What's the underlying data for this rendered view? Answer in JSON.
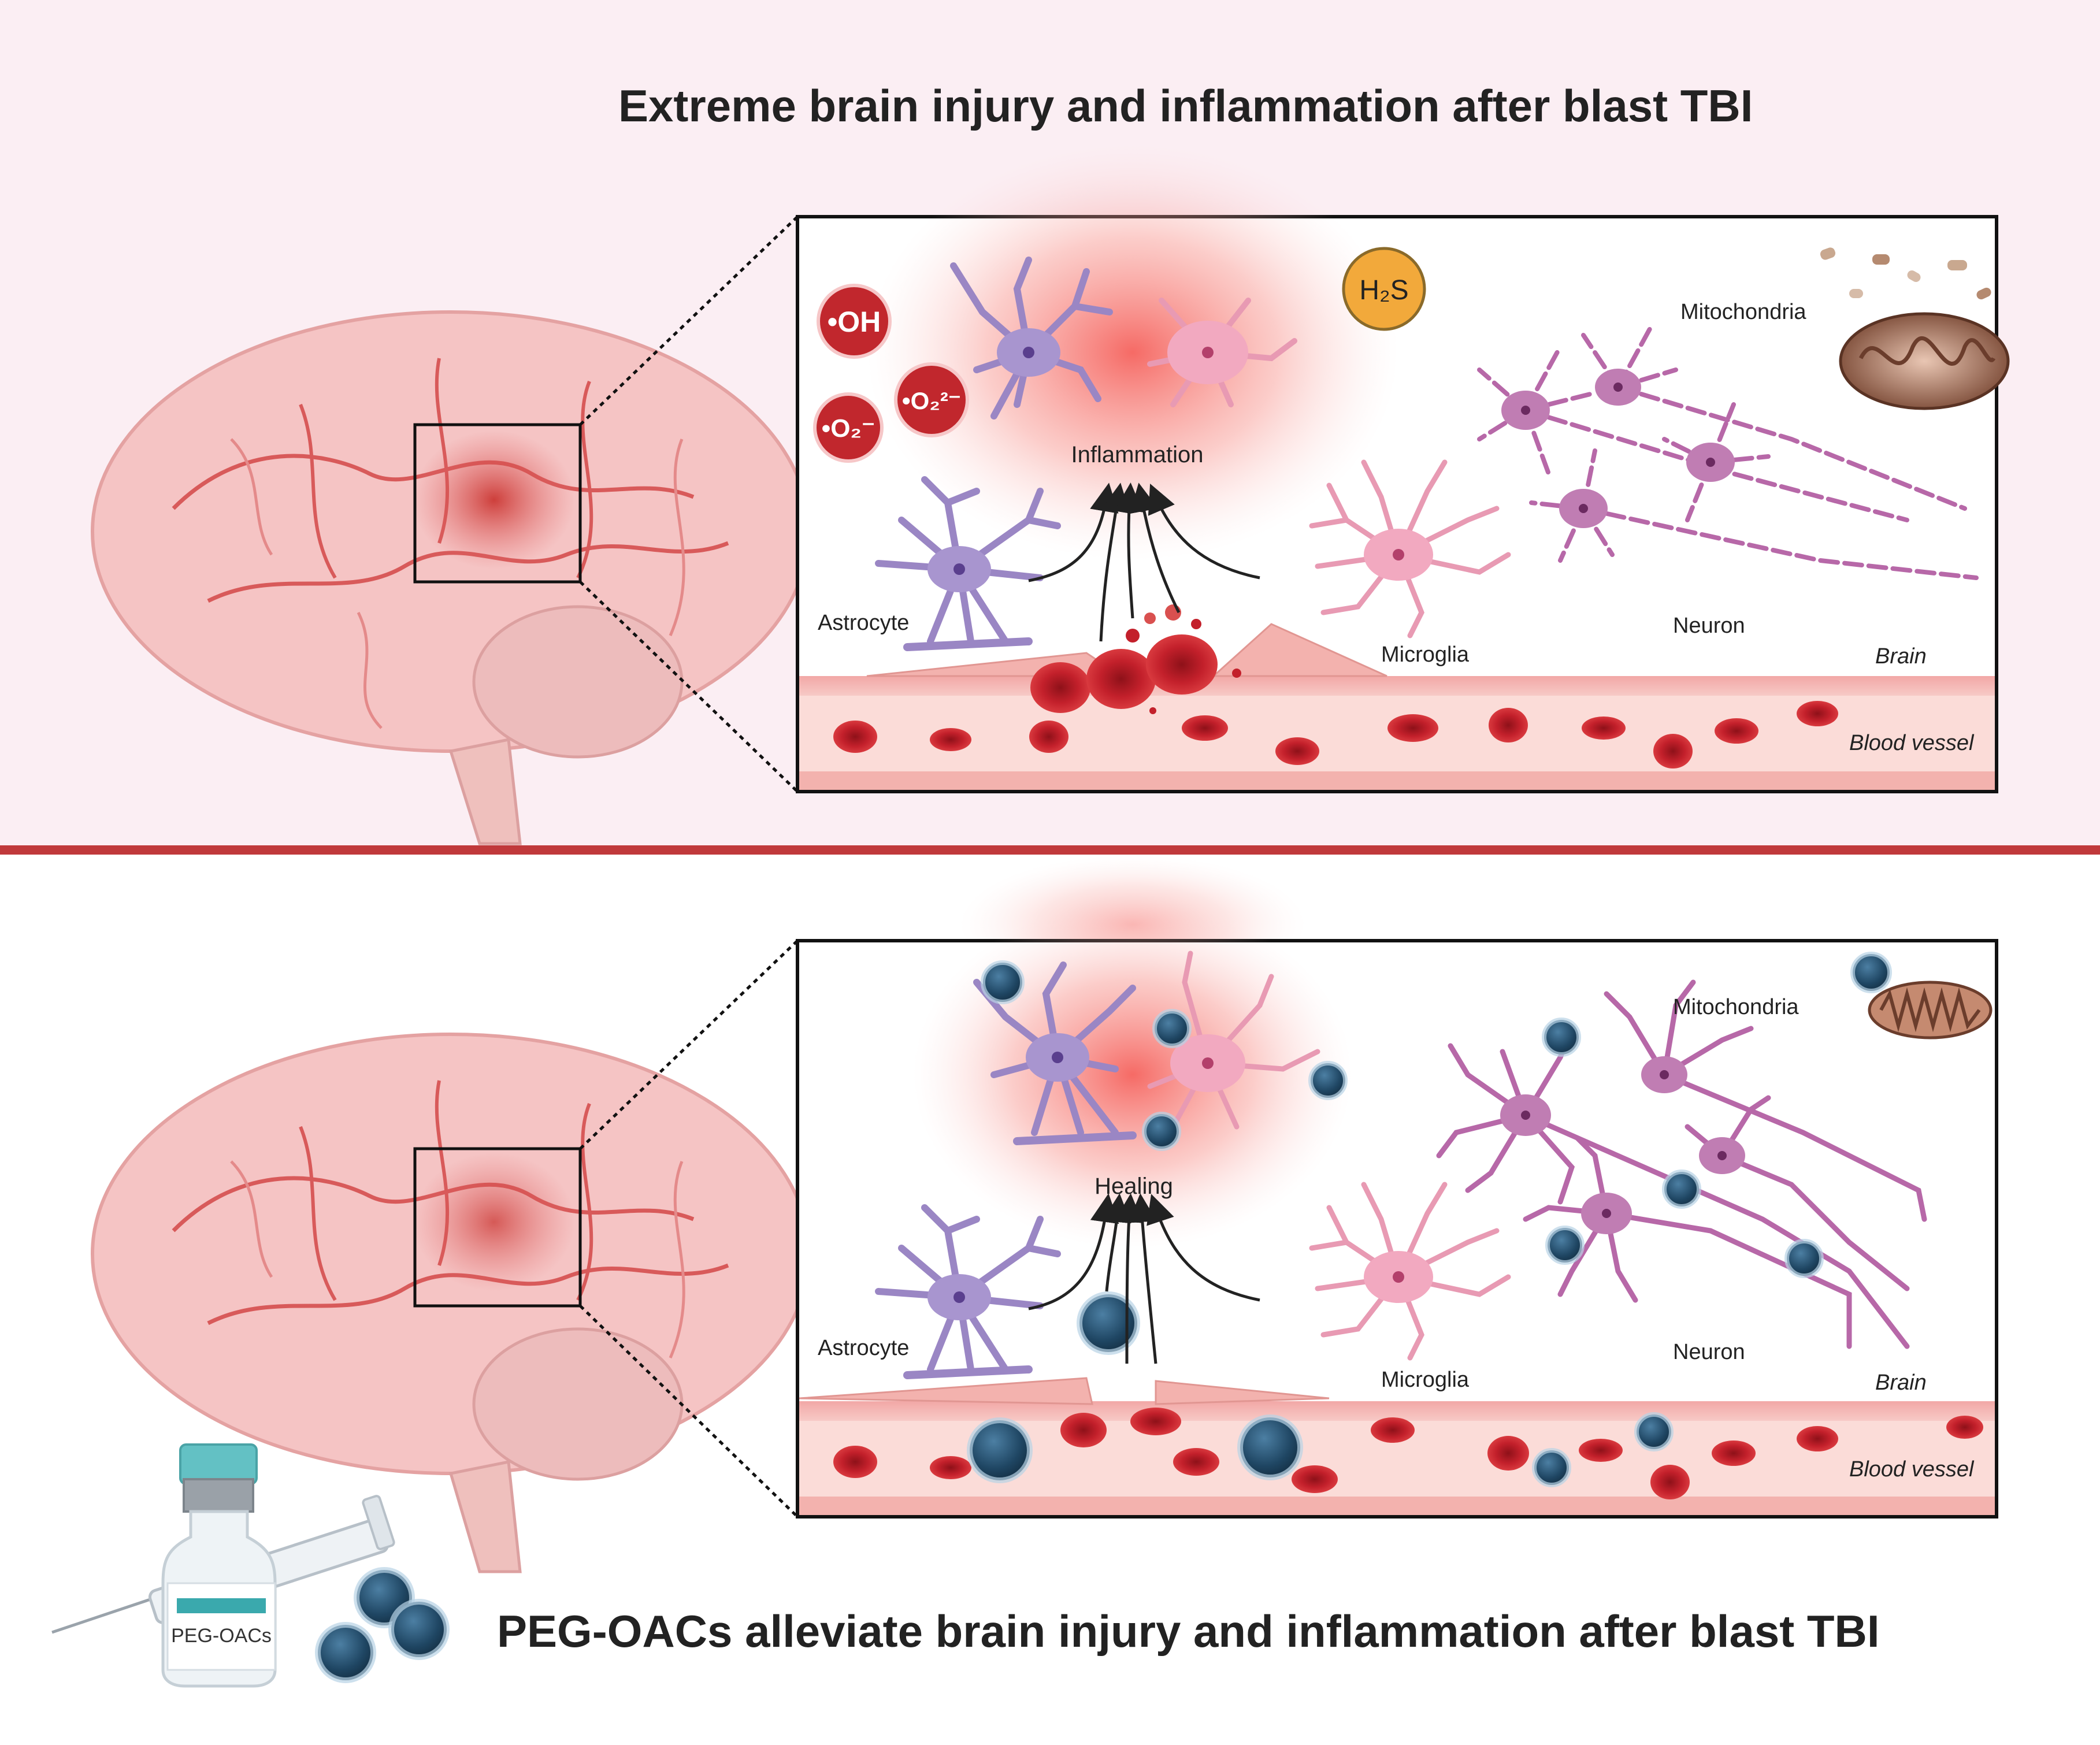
{
  "titles": {
    "top": "Extreme brain injury and inflammation after blast TBI",
    "bottom": "PEG-OACs alleviate brain injury and inflammation after blast TBI"
  },
  "top_panel": {
    "center_label": "Inflammation",
    "astrocyte": "Astrocyte",
    "microglia": "Microglia",
    "neuron": "Neuron",
    "mitochondria": "Mitochondria",
    "brain": "Brain",
    "blood_vessel": "Blood vessel",
    "species": {
      "oh": "•OH",
      "o2": "•O₂⁻",
      "o22": "•O₂²⁻",
      "h2s": "H₂S"
    }
  },
  "bottom_panel": {
    "center_label": "Healing",
    "astrocyte": "Astrocyte",
    "microglia": "Microglia",
    "neuron": "Neuron",
    "mitochondria": "Mitochondria",
    "brain": "Brain",
    "blood_vessel": "Blood vessel"
  },
  "vial_label": "PEG-OACs",
  "colors": {
    "top_background": "#fbeef3",
    "divider": "#c0393b",
    "ros": "#c1272d",
    "h2s": "#f2a93b",
    "nanoparticle": "#24506e",
    "astrocyte": "#9a86c4",
    "microglia": "#e89ab3",
    "neuron": "#b768a8",
    "vessel": "#f4b9b8",
    "rbc": "#c51f2a",
    "brain": "#f5c4c4"
  }
}
